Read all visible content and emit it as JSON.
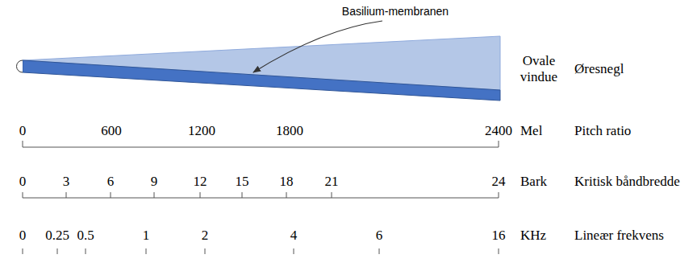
{
  "diagram": {
    "labels": [
      "Basilium-membranen",
      "Ovale vindue",
      "Øresnegl",
      "0",
      "600",
      "1200",
      "1800",
      "2400",
      "Mel",
      "Pitch ratio",
      "0",
      "3",
      "6",
      "9",
      "12",
      "15",
      "18",
      "21",
      "24",
      "Bark",
      "Kritisk båndbredde",
      "0",
      "0.25",
      "0.5",
      "1",
      "2",
      "4",
      "6",
      "16",
      "KHz",
      "Lineær frekvens"
    ]
  }
}
